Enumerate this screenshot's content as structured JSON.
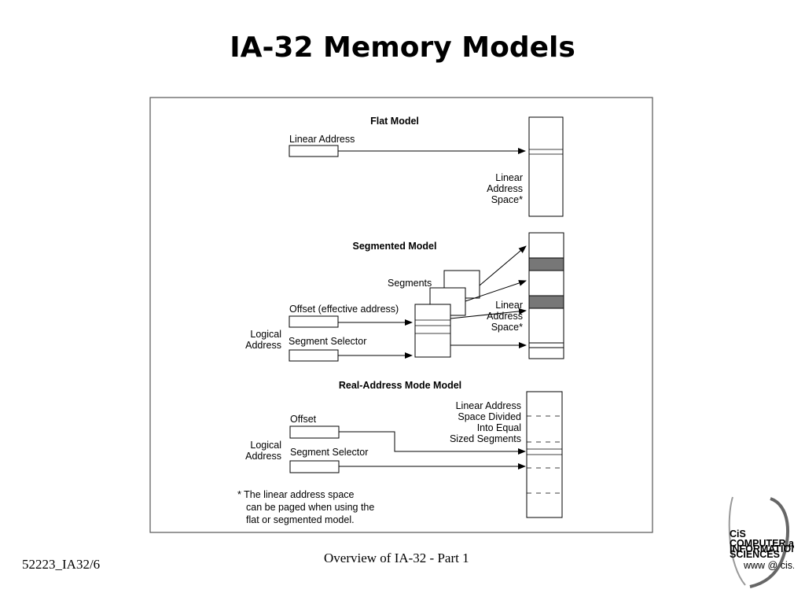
{
  "slide": {
    "title": "IA-32 Memory Models",
    "footer_left": "52223_IA32/6",
    "footer_center": "Overview of IA-32 - Part 1"
  },
  "diagram": {
    "flat": {
      "heading": "Flat Model",
      "linear_address": "Linear Address",
      "space_label": [
        "Linear",
        "Address",
        "Space*"
      ]
    },
    "segmented": {
      "heading": "Segmented Model",
      "segments": "Segments",
      "offset": "Offset (effective address)",
      "segment_selector": "Segment Selector",
      "logical_address": [
        "Logical",
        "Address"
      ],
      "space_label": [
        "Linear",
        "Address",
        "Space*"
      ]
    },
    "real": {
      "heading": "Real-Address Mode Model",
      "offset": "Offset",
      "segment_selector": "Segment Selector",
      "logical_address": [
        "Logical",
        "Address"
      ],
      "space_label": [
        "Linear Address",
        "Space Divided",
        "Into Equal",
        "Sized Segments"
      ]
    },
    "footnote": [
      "* The linear address space",
      "can be paged when using the",
      "flat or segmented model."
    ]
  },
  "logo": {
    "text": "CiS",
    "lines": [
      "COMPUTER and",
      "INFORMATION",
      "SCIENCES"
    ],
    "url": "www @ cis.strath.ac.uk"
  }
}
